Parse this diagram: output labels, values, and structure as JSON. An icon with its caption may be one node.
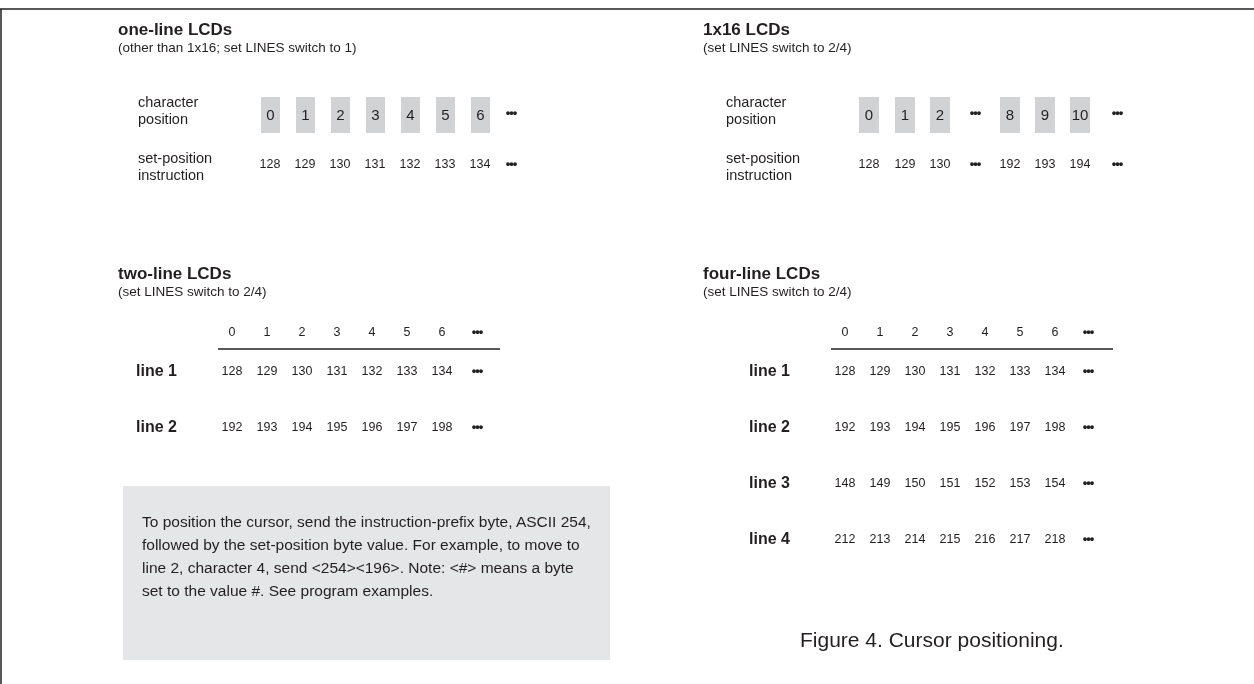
{
  "diagram": {
    "caption": "Figure 4. Cursor positioning.",
    "nodes": [
      {
        "text": [
          "0"
        ]
      },
      {
        "text": [
          "1"
        ]
      },
      {
        "text": [
          "2"
        ]
      },
      {
        "text": [
          "3"
        ]
      },
      {
        "text": [
          "4"
        ]
      },
      {
        "text": [
          "5"
        ]
      },
      {
        "text": [
          "6"
        ]
      },
      {
        "text": [
          "0"
        ]
      },
      {
        "text": [
          "1"
        ]
      },
      {
        "text": [
          "2"
        ]
      },
      {
        "text": [
          "8"
        ]
      },
      {
        "text": [
          "9"
        ]
      },
      {
        "text": [
          "10"
        ]
      },
      {
        "text": [
          "To position the cursor, send the instruction-prefix byte, ASCII 254, followed by the set-position byte value. For example, to move to line 2, character 4, send <254><196>. Note: <#> means a byte set to the value #. See program examples."
        ]
      }
    ],
    "labels": [
      "one-line LCDs",
      "(other than 1x16; set LINES switch to 1)",
      "character position",
      "•••",
      "set-position instruction",
      "128",
      "129",
      "130",
      "131",
      "132",
      "133",
      "134",
      "•••",
      "1x16 LCDs",
      "(set LINES switch to 2/4)",
      "character position",
      "•••",
      "•••",
      "set-position instruction",
      "128",
      "129",
      "130",
      "•••",
      "192",
      "193",
      "194",
      "•••",
      "two-line LCDs",
      "(set LINES switch to 2/4)",
      "0",
      "1",
      "2",
      "3",
      "4",
      "5",
      "6",
      "•••",
      "line 1",
      "128",
      "129",
      "130",
      "131",
      "132",
      "133",
      "134",
      "•••",
      "line 2",
      "192",
      "193",
      "194",
      "195",
      "196",
      "197",
      "198",
      "•••",
      "four-line LCDs",
      "(set LINES switch to 2/4)",
      "0",
      "1",
      "2",
      "3",
      "4",
      "5",
      "6",
      "•••",
      "line 1",
      "128",
      "129",
      "130",
      "131",
      "132",
      "133",
      "134",
      "•••",
      "line 2",
      "192",
      "193",
      "194",
      "195",
      "196",
      "197",
      "198",
      "•••",
      "line 3",
      "148",
      "149",
      "150",
      "151",
      "152",
      "153",
      "154",
      "•••",
      "line 4",
      "212",
      "213",
      "214",
      "215",
      "216",
      "217",
      "218",
      "•••"
    ]
  }
}
